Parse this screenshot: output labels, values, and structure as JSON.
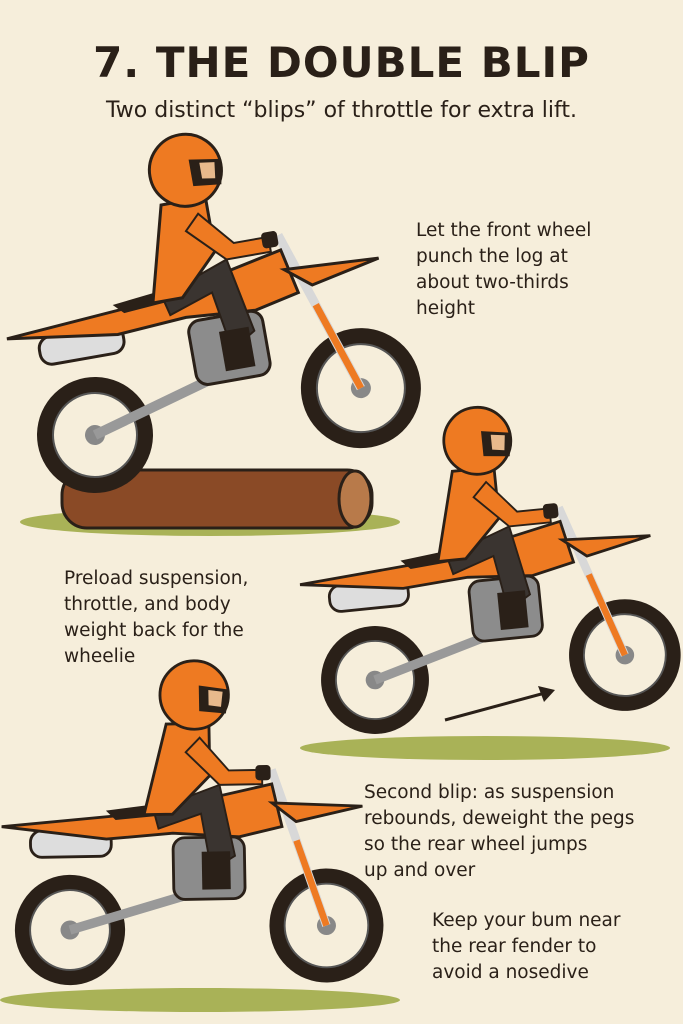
{
  "title": "7. THE DOUBLE BLIP",
  "subtitle": "Two distinct “blips” of throttle for extra lift.",
  "notes": [
    "Let the front wheel\npunch the log at\nabout two-thirds\nheight",
    "Preload suspension,\nthrottle, and body\nweight back for the\nwheelie",
    "Second blip: as suspension\nrebounds, deweight the pegs\nso the rear wheel jumps\n up and over",
    "Keep your bum near\nthe rear fender to\navoid a nosedive"
  ],
  "colors": {
    "orange": "#ee7a22",
    "dark": "#2a2018",
    "log": "#8a4a26",
    "grass": "#a9b257",
    "background": "#f6eedb"
  }
}
